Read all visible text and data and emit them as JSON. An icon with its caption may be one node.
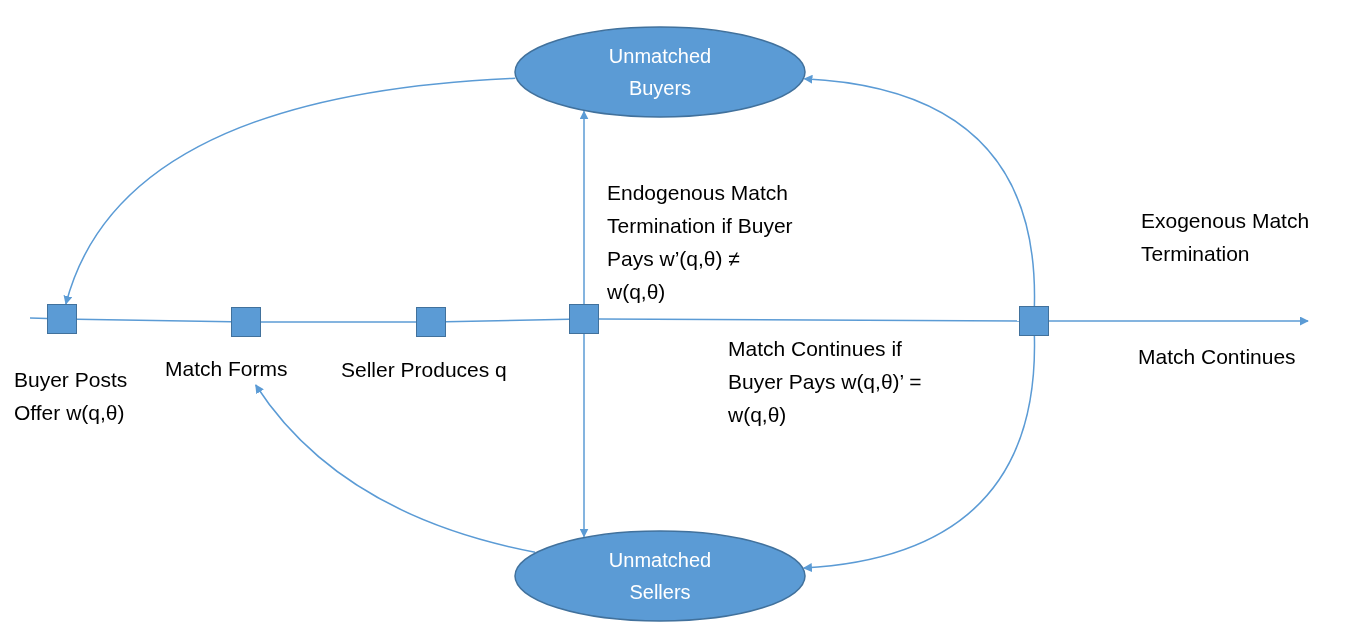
{
  "diagram": {
    "nodes": [
      {
        "text": [
          "Unmatched Buyers"
        ]
      },
      {
        "text": [
          "Unmatched Sellers"
        ]
      },
      {
        "text": [],
        "shape": "box",
        "beside": [
          "Buyer Posts Offer w(q,θ)"
        ]
      },
      {
        "text": [],
        "shape": "box"
      },
      {
        "text": [
          "Match Forms"
        ]
      },
      {
        "text": [],
        "shape": "box",
        "beside": [
          "Seller Produces q"
        ]
      },
      {
        "text": [],
        "shape": "box",
        "beside": [
          "Endogenous Match Termination if Buyer Pays w’(q,θ) ≠ w(q,θ)",
          "Match Continues if Buyer Pays w(q,θ)’ = w(q,θ)"
        ]
      },
      {
        "text": [],
        "shape": "box"
      }
    ],
    "edges": [
      {
        "from": null,
        "to": 2,
        "arrow": "none"
      },
      {
        "from": 2,
        "to": 3,
        "arrow": "none"
      },
      {
        "from": 3,
        "to": 5,
        "arrow": "none"
      },
      {
        "from": 5,
        "to": 6,
        "arrow": "none"
      },
      {
        "from": 6,
        "to": 7,
        "arrow": "none"
      },
      {
        "from": 7,
        "to": null,
        "arrow": "to"
      },
      {
        "from": 6,
        "to": 0,
        "arrow": "to"
      },
      {
        "from": 6,
        "to": 1,
        "arrow": "to"
      },
      {
        "from": 0,
        "to": 2,
        "arrow": "to"
      },
      {
        "from": 1,
        "to": 4,
        "arrow": "to"
      },
      {
        "from": 7,
        "to": 0,
        "arrow": "to"
      },
      {
        "from": 7,
        "to": 1,
        "arrow": "to"
      }
    ],
    "labels": [
      "Exogenous Match Termination",
      "Match Continues"
    ]
  }
}
